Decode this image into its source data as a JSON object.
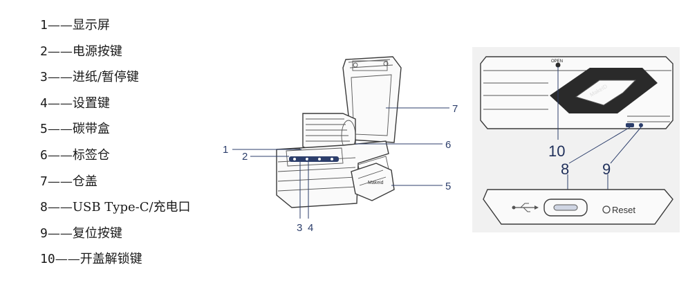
{
  "legend": [
    {
      "num": "1",
      "sep": "——",
      "label": "显示屏"
    },
    {
      "num": "2",
      "sep": "——",
      "label": "电源按键"
    },
    {
      "num": "3",
      "sep": "——",
      "label": "进纸/暂停键"
    },
    {
      "num": "4",
      "sep": "——",
      "label": "设置键"
    },
    {
      "num": "5",
      "sep": "——",
      "label": "碳带盒"
    },
    {
      "num": "6",
      "sep": "——",
      "label": "标签仓"
    },
    {
      "num": "7",
      "sep": "——",
      "label": "仓盖"
    },
    {
      "num": "8",
      "sep": "——",
      "label": "USB Type-C/充电口"
    },
    {
      "num": "9",
      "sep": "——",
      "label": "复位按键"
    },
    {
      "num": "10",
      "sep": "——",
      "label": "开盖解锁键"
    }
  ],
  "figure_left": {
    "callouts": {
      "c1": "1",
      "c2": "2",
      "c3": "3",
      "c4": "4",
      "c5": "5",
      "c6": "6",
      "c7": "7"
    },
    "brand_mark": "Makeid"
  },
  "figure_right": {
    "callouts": {
      "c8": "8",
      "c9": "9",
      "c10": "10"
    },
    "open_label": "OPEN",
    "brand_mark": "MakeID",
    "reset_label": "Reset"
  }
}
